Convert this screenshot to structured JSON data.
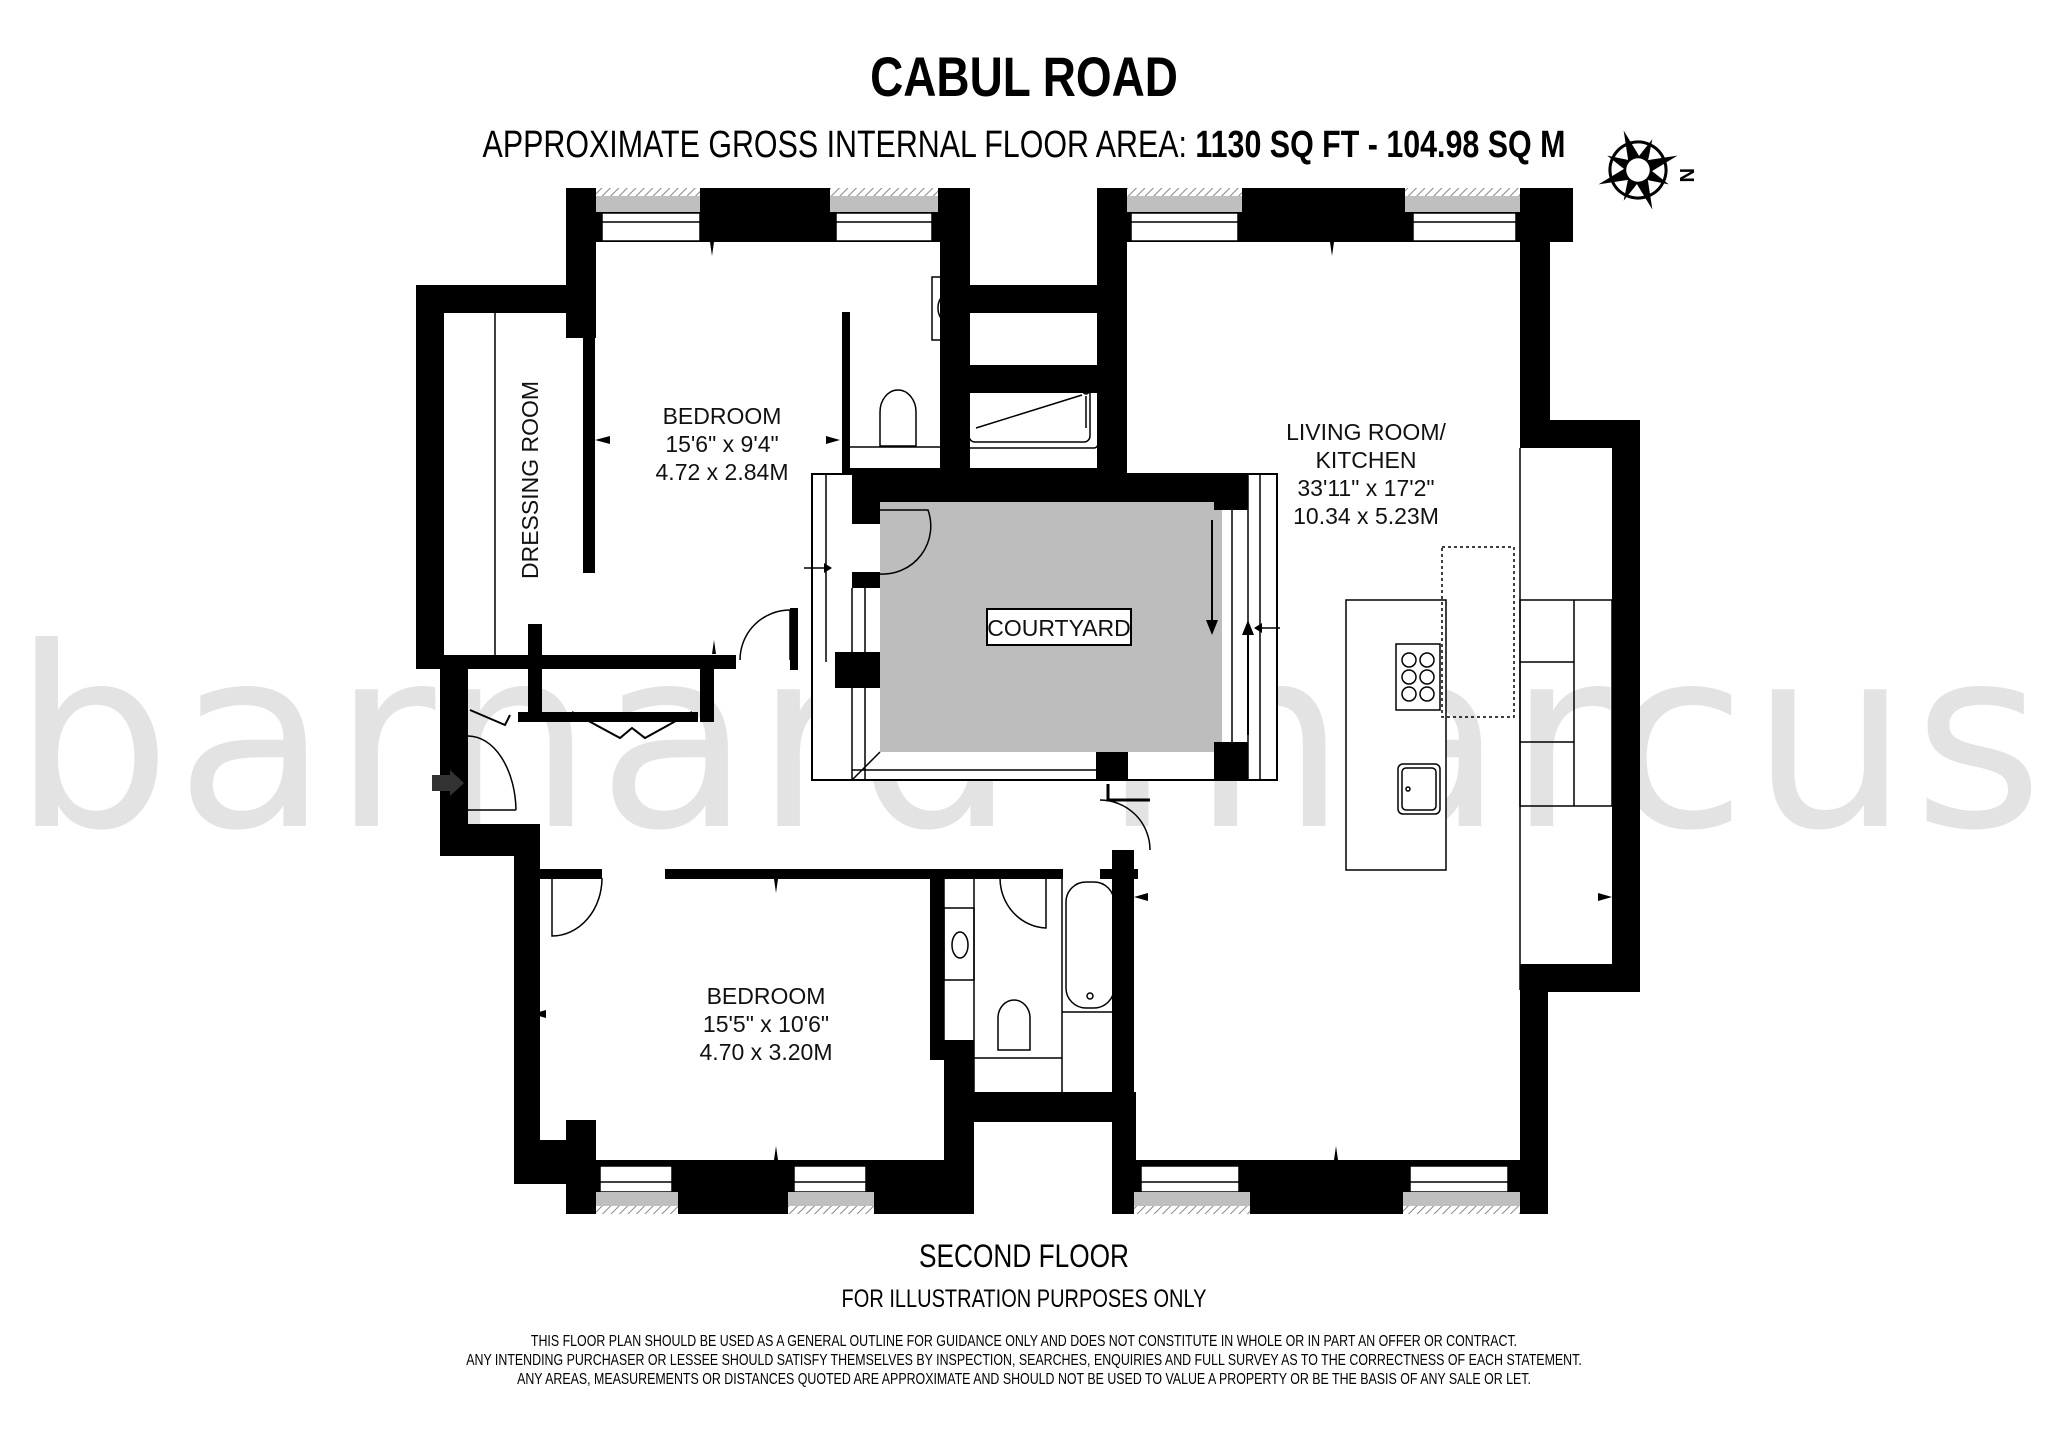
{
  "header": {
    "title": "CABUL ROAD",
    "area_label": "APPROXIMATE GROSS INTERNAL FLOOR AREA:",
    "area_sqft": "1130 SQ FT",
    "separator": "-",
    "area_sqm": "104.98 SQ M"
  },
  "compass": {
    "icon": "compass-rose-icon",
    "direction_label": "N"
  },
  "watermark": {
    "text": "barnard marcus",
    "color": "#e3e3e3"
  },
  "rooms": {
    "bedroom_1": {
      "name": "BEDROOM",
      "imperial": "15'6\" x 9'4\"",
      "metric": "4.72 x 2.84M"
    },
    "dressing_room": {
      "name": "DRESSING ROOM"
    },
    "courtyard": {
      "name": "COURTYARD"
    },
    "living_room": {
      "name_line1": "LIVING ROOM/",
      "name_line2": "KITCHEN",
      "imperial": "33'11\" x 17'2\"",
      "metric": "10.34 x 5.23M"
    },
    "bedroom_2": {
      "name": "BEDROOM",
      "imperial": "15'5\" x 10'6\"",
      "metric": "4.70 x 3.20M"
    }
  },
  "colors": {
    "wall": "#000000",
    "courtyard_fill": "#bdbdbd",
    "window_sill": "#bfbfbf"
  },
  "footer": {
    "floor": "SECOND FLOOR",
    "illustration_note": "FOR ILLUSTRATION PURPOSES ONLY",
    "disclaimer": [
      "THIS FLOOR PLAN SHOULD BE USED AS A GENERAL OUTLINE FOR GUIDANCE ONLY AND DOES NOT CONSTITUTE IN WHOLE OR IN PART AN OFFER OR CONTRACT.",
      "ANY INTENDING PURCHASER OR LESSEE SHOULD SATISFY THEMSELVES BY INSPECTION, SEARCHES, ENQUIRIES AND FULL SURVEY AS TO THE CORRECTNESS OF EACH STATEMENT.",
      "ANY AREAS, MEASUREMENTS OR DISTANCES QUOTED ARE APPROXIMATE AND SHOULD NOT BE USED TO VALUE A PROPERTY OR BE THE BASIS OF ANY SALE OR LET."
    ]
  }
}
